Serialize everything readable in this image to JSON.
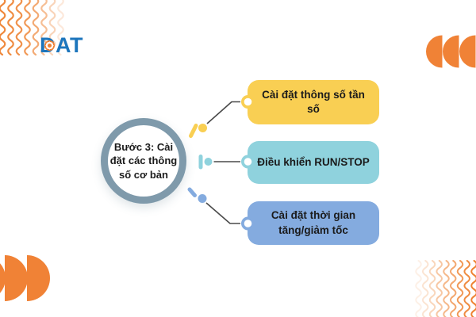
{
  "logo": {
    "text": "DAT",
    "color": "#1C75BC",
    "icon": "target-gear-icon",
    "icon_color": "#F08236"
  },
  "diagram": {
    "center": {
      "label": "Bước 3: Cài đặt các thông số cơ bản",
      "ring_color": "#7F9AAB"
    },
    "items": [
      {
        "label": "Cài đặt thông số tần số",
        "color": "#F9CF53"
      },
      {
        "label": "Điều khiển RUN/STOP",
        "color": "#8FD2DD"
      },
      {
        "label": "Cài đặt thời gian tăng/giảm tốc",
        "color": "#84ABDF"
      }
    ],
    "connector_color": "#4A4A4A"
  },
  "decor": {
    "accent_orange": "#F08236",
    "patterns": [
      "wave-pattern-top-left",
      "semicircles-top-right",
      "semicircles-bottom-left",
      "wave-pattern-bottom-right"
    ]
  }
}
